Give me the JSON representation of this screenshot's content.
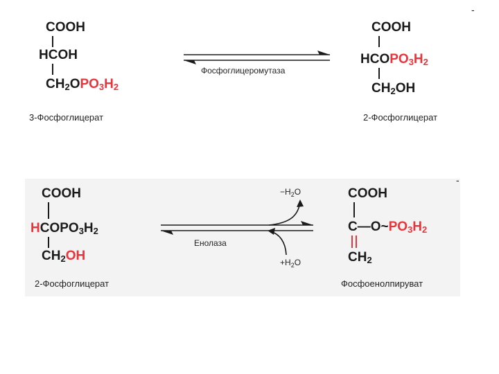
{
  "reaction1": {
    "left": {
      "carboxyl": "COOH",
      "c2": "HCOH",
      "c3_prefix": "CH",
      "c3_sub": "2",
      "c3_o": "O",
      "c3_phos_prefix": "PO",
      "c3_phos_sub": "3",
      "c3_phos_h": "H",
      "c3_phos_h_sub": "2",
      "name": "3-Фосфоглицерат"
    },
    "enzyme": "Фосфоглицеромутаза",
    "right": {
      "carboxyl": "COOH",
      "c2_prefix": "HCO",
      "c2_phos_prefix": "PO",
      "c2_phos_sub": "3",
      "c2_phos_h": "H",
      "c2_phos_h_sub": "2",
      "c3_prefix": "CH",
      "c3_sub": "2",
      "c3_suffix": "OH",
      "name": "2-Фосфоглицерат"
    }
  },
  "reaction2": {
    "left": {
      "carboxyl": "COOH",
      "c2_h": "H",
      "c2_rest": "COPO",
      "c2_phos_sub": "3",
      "c2_phos_h": "H",
      "c2_phos_h_sub": "2",
      "c3_prefix": "CH",
      "c3_sub": "2",
      "c3_oh": "OH",
      "name": "2-Фосфоглицерат"
    },
    "enzyme": "Енолаза",
    "water_out": "−H",
    "water_out_sub": "2",
    "water_out_o": "O",
    "water_in": "+H",
    "water_in_sub": "2",
    "water_in_o": "O",
    "right": {
      "carboxyl": "COOH",
      "c2_c": "C",
      "c2_bond": "—O~",
      "c2_phos_prefix": "PO",
      "c2_phos_sub": "3",
      "c2_phos_h": "H",
      "c2_phos_h_sub": "2",
      "c3_prefix": "CH",
      "c3_sub": "2",
      "name": "Фосфоенолпируват"
    }
  },
  "corner_mark_top": "-",
  "corner_mark_bottom": "-",
  "colors": {
    "highlight": "#e8343a",
    "text": "#1a1a1a",
    "panel_bg": "#f3f3f3"
  }
}
